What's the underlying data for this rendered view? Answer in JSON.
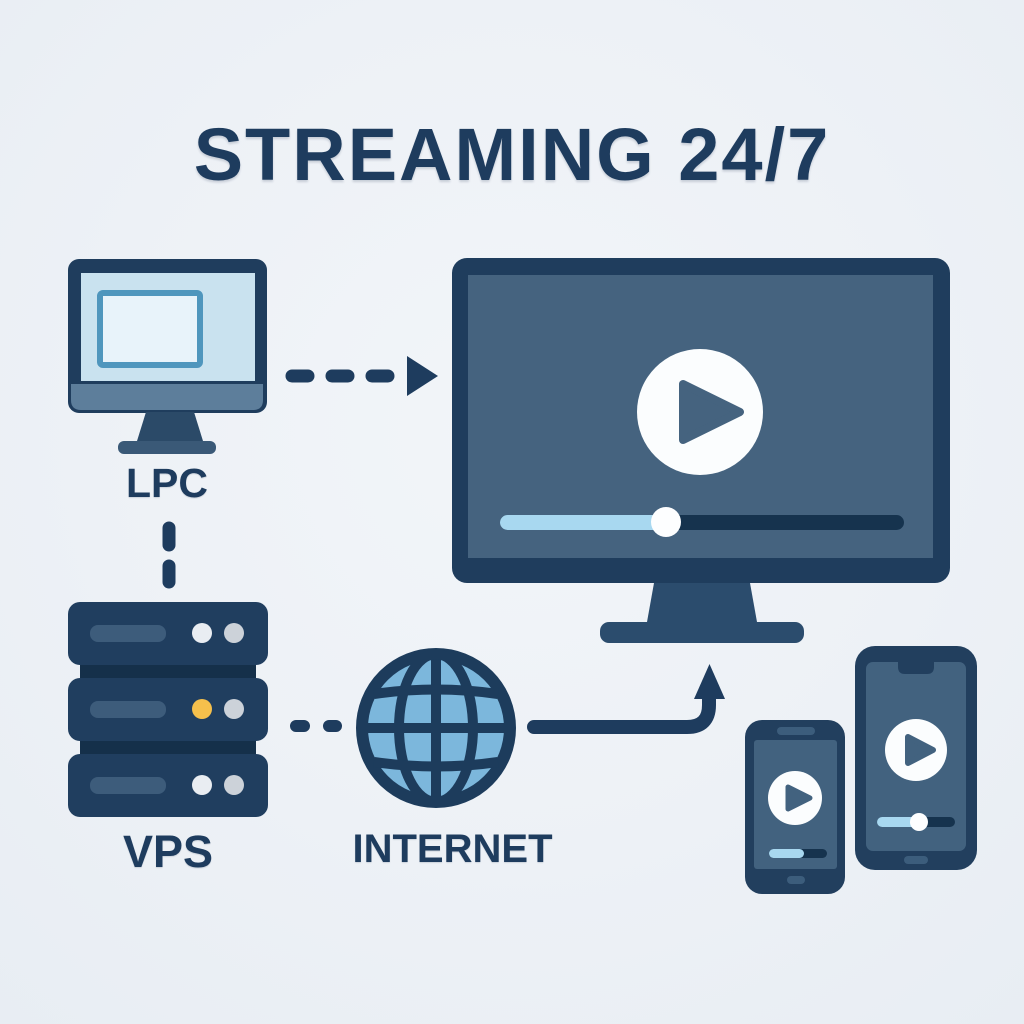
{
  "title": "STREAMING 24/7",
  "nodes": {
    "pc": {
      "label": "LPC",
      "icon": "desktop-computer-icon"
    },
    "vps": {
      "label": "VPS",
      "icon": "server-stack-icon"
    },
    "internet": {
      "label": "INTERNET",
      "icon": "globe-icon"
    },
    "tv": {
      "icon": "tv-video-player-icon"
    },
    "phones": {
      "icon": "smartphone-video-player-icons"
    }
  },
  "edges": [
    {
      "from": "pc",
      "to": "tv",
      "style": "dashed-arrow-right"
    },
    {
      "from": "pc",
      "to": "vps",
      "style": "dashed-line-down"
    },
    {
      "from": "vps",
      "to": "internet",
      "style": "dashed-line-right"
    },
    {
      "from": "internet",
      "to": "tv",
      "style": "solid-arrow-curved-up"
    }
  ],
  "palette": {
    "background": "#eef1f6",
    "navy": "#1e3c5e",
    "tv_frame": "#1f3d5d",
    "screen_slate": "#45637f",
    "phone_body": "#223f5e",
    "pc_screen_light": "#c9e2ef",
    "pc_window_border": "#4f96bd",
    "pc_window_fill": "#e8f3fa",
    "pc_chin": "#5d7e9b",
    "stand_navy": "#2b4a68",
    "server_slot": "#3d5c7b",
    "led_yellow": "#f5c04c",
    "led_gray": "#ccd2d9",
    "globe_fill": "#7cb7dc",
    "progress_light": "#a8d8f0",
    "progress_dark": "#16334e",
    "play_white": "#fbfdfe"
  }
}
